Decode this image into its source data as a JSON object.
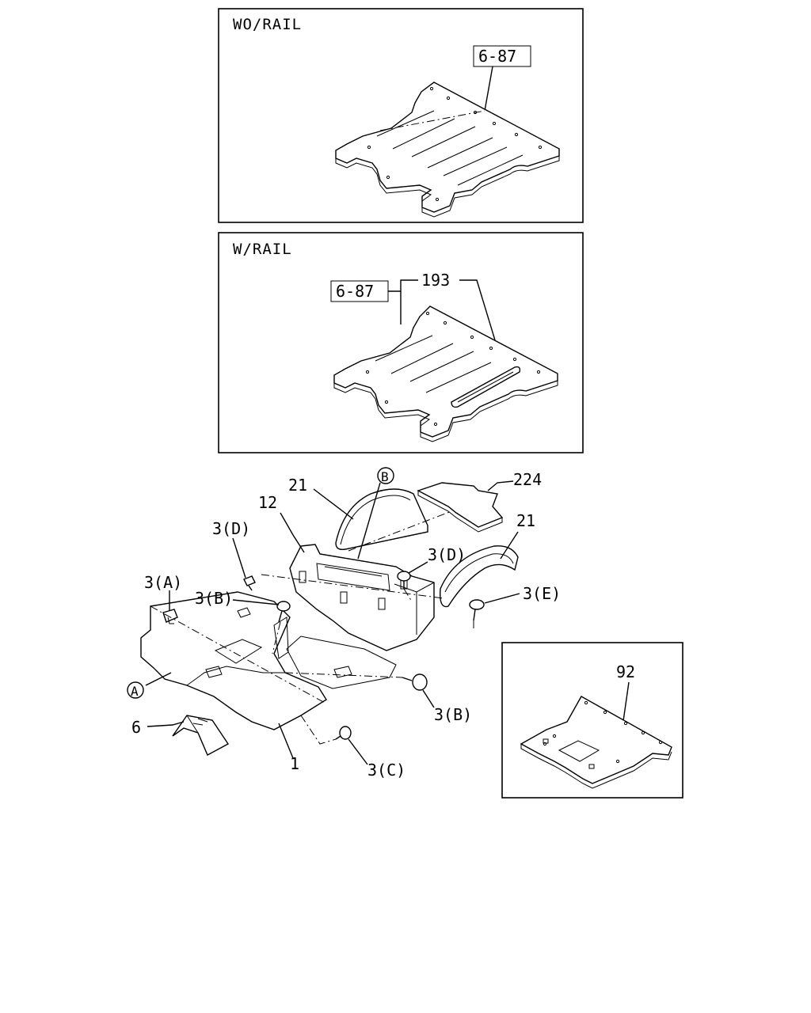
{
  "panels": {
    "wo_rail": {
      "title": "WO/RAIL",
      "ref": "6-87"
    },
    "w_rail": {
      "title": "W/RAIL",
      "ref": "6-87",
      "part_193": "193"
    },
    "inset": {
      "part_92": "92"
    }
  },
  "callouts": {
    "p21_top": "21",
    "p224": "224",
    "p12": "12",
    "p21_arch": "21",
    "p3d_left": "3(D)",
    "p3d_right": "3(D)",
    "p3a": "3(A)",
    "p3b_left": "3(B)",
    "p3e": "3(E)",
    "p3b_right": "3(B)",
    "p6": "6",
    "p1": "1",
    "p3c": "3(C)",
    "circle_a": "A",
    "circle_b": "B"
  }
}
